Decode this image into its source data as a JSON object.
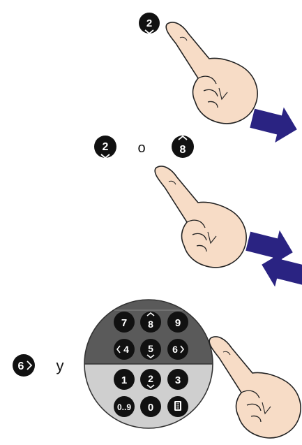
{
  "step1": {
    "key": "2"
  },
  "step2": {
    "key_a": "2",
    "connector": "o",
    "key_b": "8"
  },
  "step3": {
    "key": "6",
    "connector": "y"
  },
  "keypad": {
    "keys": [
      "7",
      "8",
      "9",
      "4",
      "5",
      "6",
      "1",
      "2",
      "3",
      "0..9",
      "0"
    ],
    "upper_color": "#5a5a5a",
    "lower_color": "#cfcfcf"
  },
  "colors": {
    "arrow": "#2a2382",
    "skin": "#f7dcc6",
    "key_fill": "#111111"
  }
}
